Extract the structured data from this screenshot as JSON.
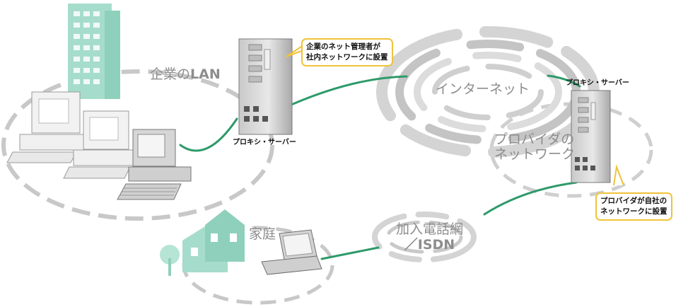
{
  "labels": {
    "lan_prefix": "企業の",
    "lan_suffix": "LAN",
    "proxy_left": "プロキシ・サーバー",
    "proxy_right": "プロキシ・サーバー",
    "internet": "インターネット",
    "provider_line1": "プロバイダの",
    "provider_line2": "ネットワーク",
    "home": "家庭",
    "phone_line1": "加入電話網",
    "phone_line2": "／ISDN"
  },
  "callouts": {
    "admin_line1": "企業のネット管理者が",
    "admin_line2": "社内ネットワークに設置",
    "provider_line1": "プロバイダが自社の",
    "provider_line2": "ネットワークに設置"
  },
  "colors": {
    "link_line": "#2e9a6a",
    "building": "#a6dccb",
    "dash": "#c8c8c8",
    "callout_border": "#f0c23a",
    "server_body": "#d6d6d6"
  }
}
